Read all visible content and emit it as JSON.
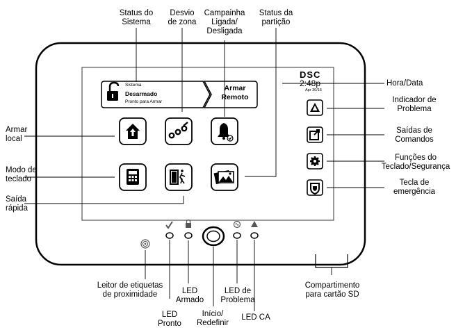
{
  "device": {
    "brand": "DSC",
    "time": "2:48p",
    "date": "Apr 30/16"
  },
  "status_banner": {
    "label": "Sistema",
    "state": "Desarmado",
    "detail": "Pronto para Armar",
    "remote_line1": "Armar",
    "remote_line2": "Remoto"
  },
  "callouts": {
    "status_sistema": [
      "Status do",
      "Sistema"
    ],
    "desvio_zona": [
      "Desvio",
      "de zona"
    ],
    "campainha": [
      "Campainha",
      "Ligada/",
      "Desligada"
    ],
    "status_particao": [
      "Status da",
      "partição"
    ],
    "hora_data": [
      "Hora/Data"
    ],
    "indicador_problema": [
      "Indicador de",
      "Problema"
    ],
    "saidas_comandos": [
      "Saídas de",
      "Comandos"
    ],
    "funcoes_teclado": [
      "Funções do",
      "Teclado/Segurança"
    ],
    "tecla_emergencia": [
      "Tecla de",
      "emergência"
    ],
    "armar_local": [
      "Armar",
      "local"
    ],
    "modo_teclado": [
      "Modo de",
      "teclado"
    ],
    "saida_rapida": [
      "Saída",
      "rápida"
    ],
    "leitor_prox": [
      "Leitor de etiquetas",
      "de proximidade"
    ],
    "led_pronto": [
      "LED",
      "Pronto"
    ],
    "led_armado": [
      "LED",
      "Armado"
    ],
    "inicio": [
      "Início/",
      "Redefinir"
    ],
    "led_problema": [
      "LED de",
      "Problema"
    ],
    "led_ca": [
      "LED CA"
    ],
    "compartimento_sd": [
      "Compartimento",
      "para cartão SD"
    ]
  },
  "icons": {
    "armar_local": "house-arrow-icon",
    "desvio_zona": "zone-bypass-icon",
    "campainha": "bell-icon",
    "modo_teclado": "keypad-calculator-icon",
    "saida_rapida": "quick-exit-door-icon",
    "status_particao": "partition-photos-icon",
    "indicador_problema": "warning-triangle-icon",
    "saidas_comandos": "command-output-icon",
    "funcoes_teclado": "gear-icon",
    "tecla_emergencia": "shield-icon"
  }
}
